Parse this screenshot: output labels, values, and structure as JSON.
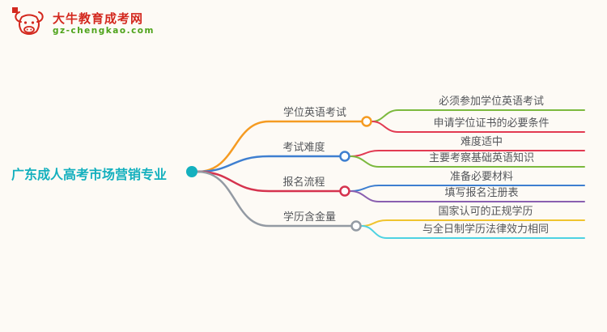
{
  "logo": {
    "title": "大牛教育成考网",
    "subtitle": "gz-chengkao.com",
    "title_color": "#d3281e",
    "subtitle_color": "#4ea31a",
    "icon_color": "#d3281e"
  },
  "mindmap": {
    "text_color": "#54565a",
    "root": {
      "label": "广东成人高考市场营销专业",
      "color": "#14b0be"
    },
    "branches": [
      {
        "label": "学位英语考试",
        "color": "#f59b22",
        "children": [
          {
            "label": "必须参加学位英语考试",
            "color": "#7cb93e"
          },
          {
            "label": "申请学位证书的必要条件",
            "color": "#e23a52"
          }
        ]
      },
      {
        "label": "考试难度",
        "color": "#3e7fd0",
        "children": [
          {
            "label": "难度适中",
            "color": "#e23a52"
          },
          {
            "label": "主要考察基础英语知识",
            "color": "#7cb93e"
          }
        ]
      },
      {
        "label": "报名流程",
        "color": "#d5334e",
        "children": [
          {
            "label": "准备必要材料",
            "color": "#3e7fd0"
          },
          {
            "label": "填写报名注册表",
            "color": "#8a5fb0"
          }
        ]
      },
      {
        "label": "学历含金量",
        "color": "#939aa3",
        "children": [
          {
            "label": "国家认可的正规学历",
            "color": "#f0c42e"
          },
          {
            "label": "与全日制学历法律效力相同",
            "color": "#4ed2e2"
          }
        ]
      }
    ]
  }
}
